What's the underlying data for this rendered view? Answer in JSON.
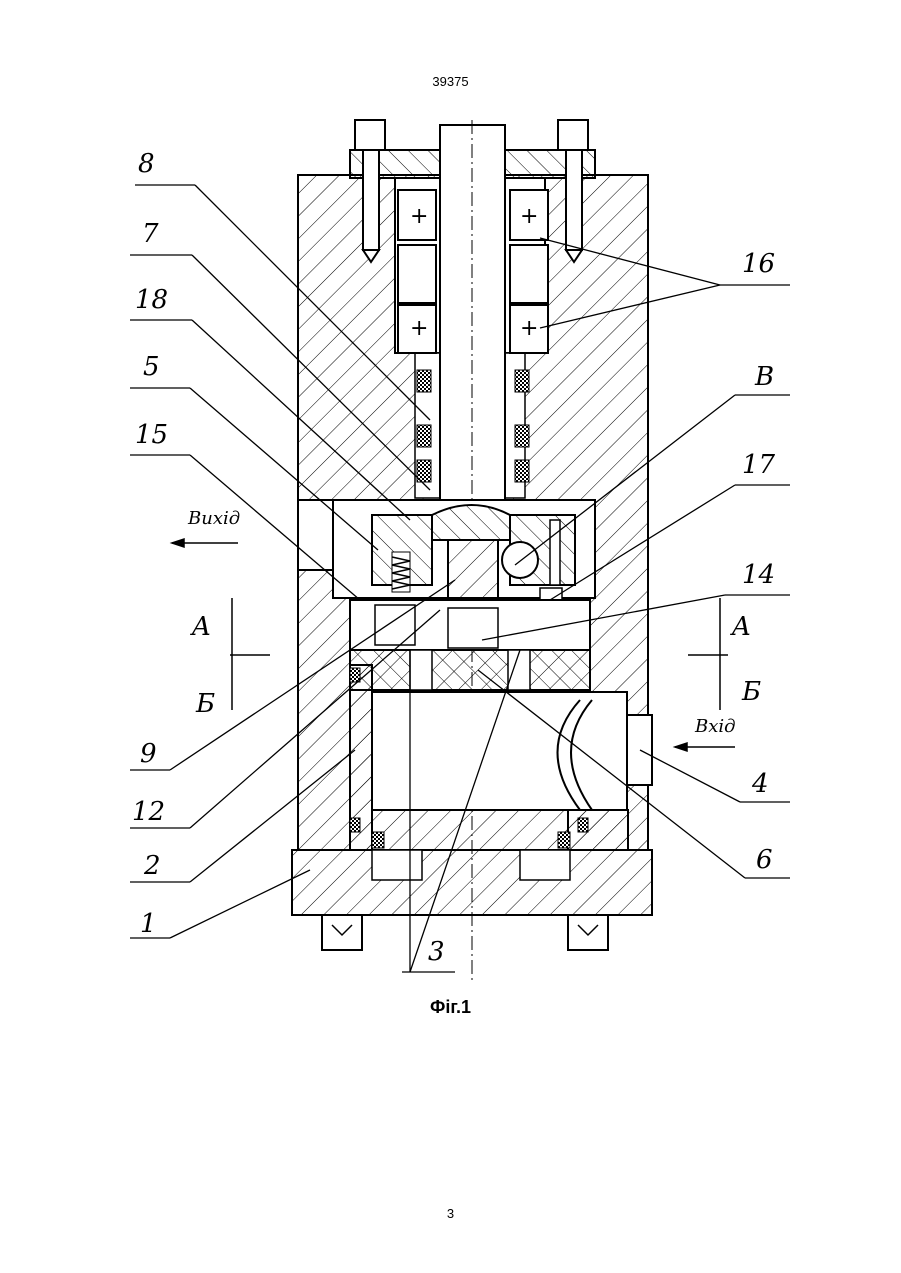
{
  "header": {
    "doc_number": "39375"
  },
  "figure": {
    "caption": "Фіг.1",
    "labels": {
      "l8": "8",
      "l7": "7",
      "l18": "18",
      "l5": "5",
      "l15": "15",
      "l16": "16",
      "lB": "B",
      "l17": "17",
      "l14": "14",
      "lA_left": "A",
      "lA_right": "A",
      "lB_left": "Б",
      "lB_right": "Б",
      "l9": "9",
      "l12": "12",
      "l2": "2",
      "l1": "1",
      "l3": "3",
      "l4": "4",
      "l6": "6"
    },
    "flow": {
      "outlet": "Вихід",
      "inlet": "Вхід"
    }
  },
  "footer": {
    "page_number": "3"
  }
}
